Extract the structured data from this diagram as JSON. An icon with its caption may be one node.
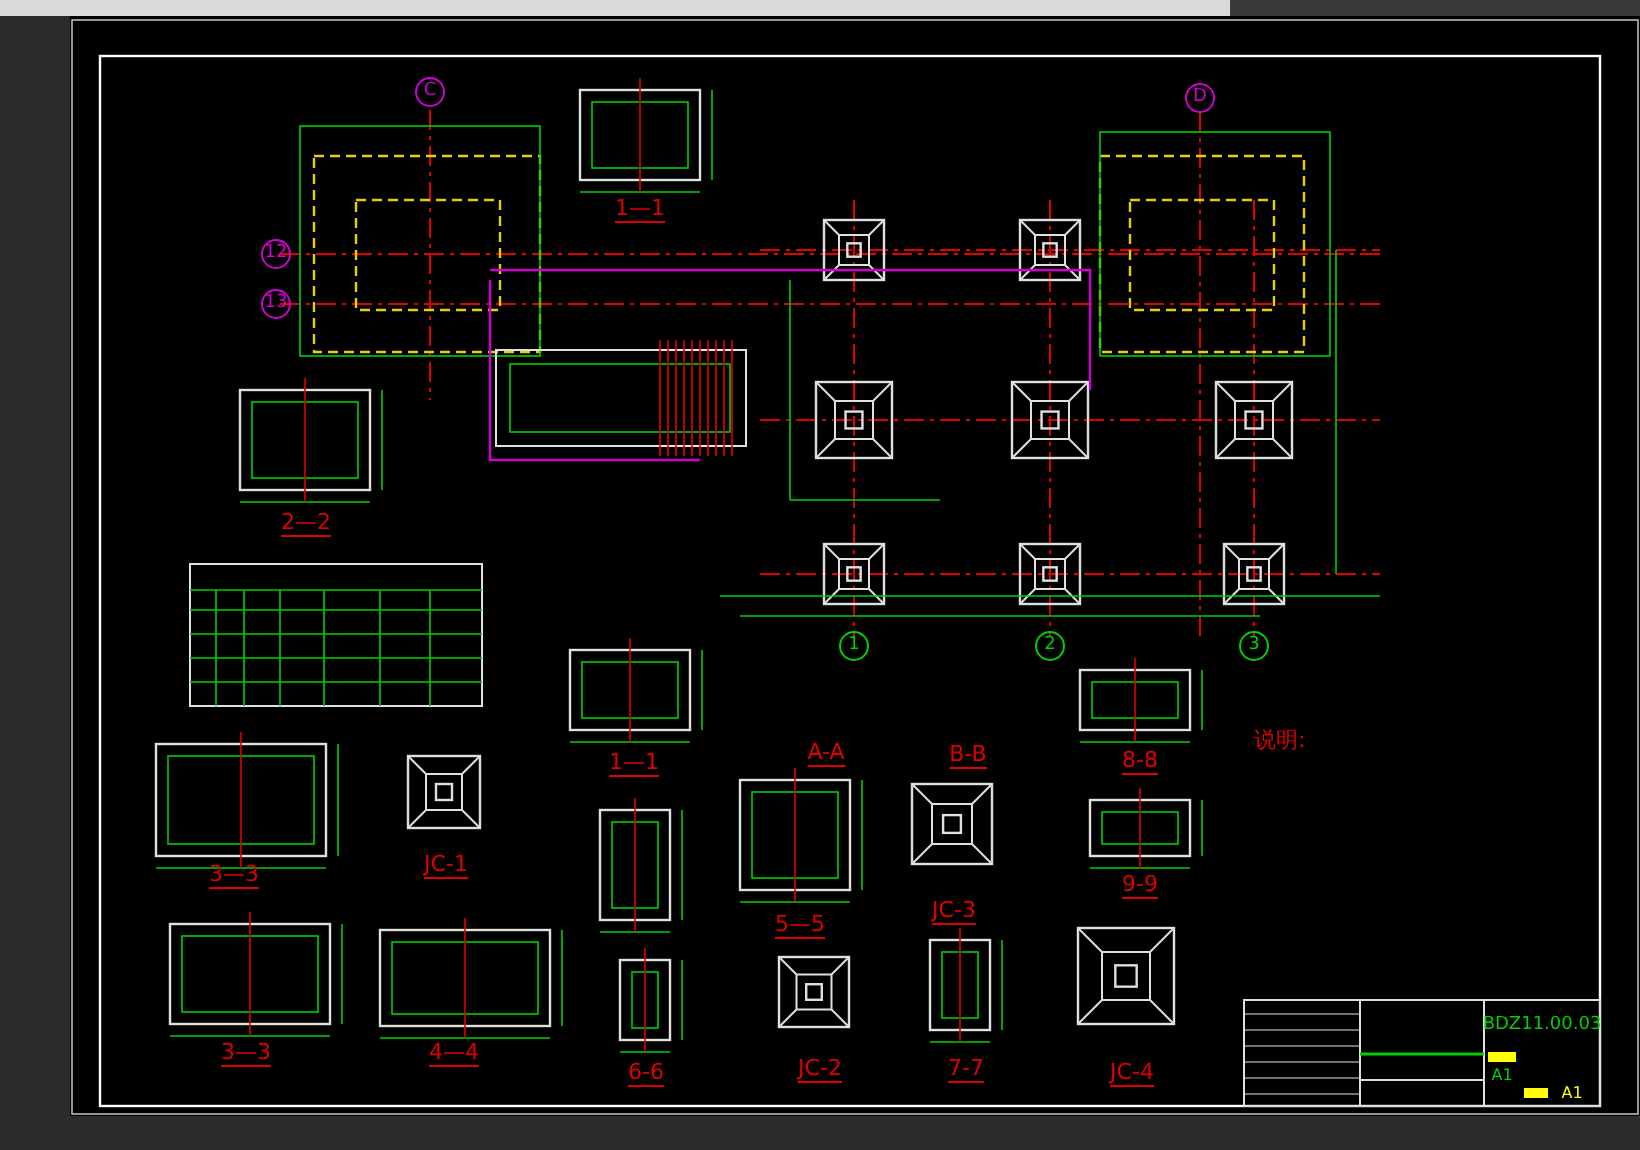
{
  "diagram": {
    "labels": [
      "C",
      "D",
      "12",
      "13",
      "1",
      "2",
      "3",
      "1—1",
      "2—2",
      "3—3",
      "JC-1",
      "1—1",
      "A-A",
      "B-B",
      "8-8",
      "9-9",
      "JC-3",
      "5—5",
      "3—3",
      "4—4",
      "6-6",
      "JC-2",
      "7-7",
      "JC-4",
      "说明:",
      "BDZ11.00.03",
      "A1",
      "A1"
    ]
  }
}
